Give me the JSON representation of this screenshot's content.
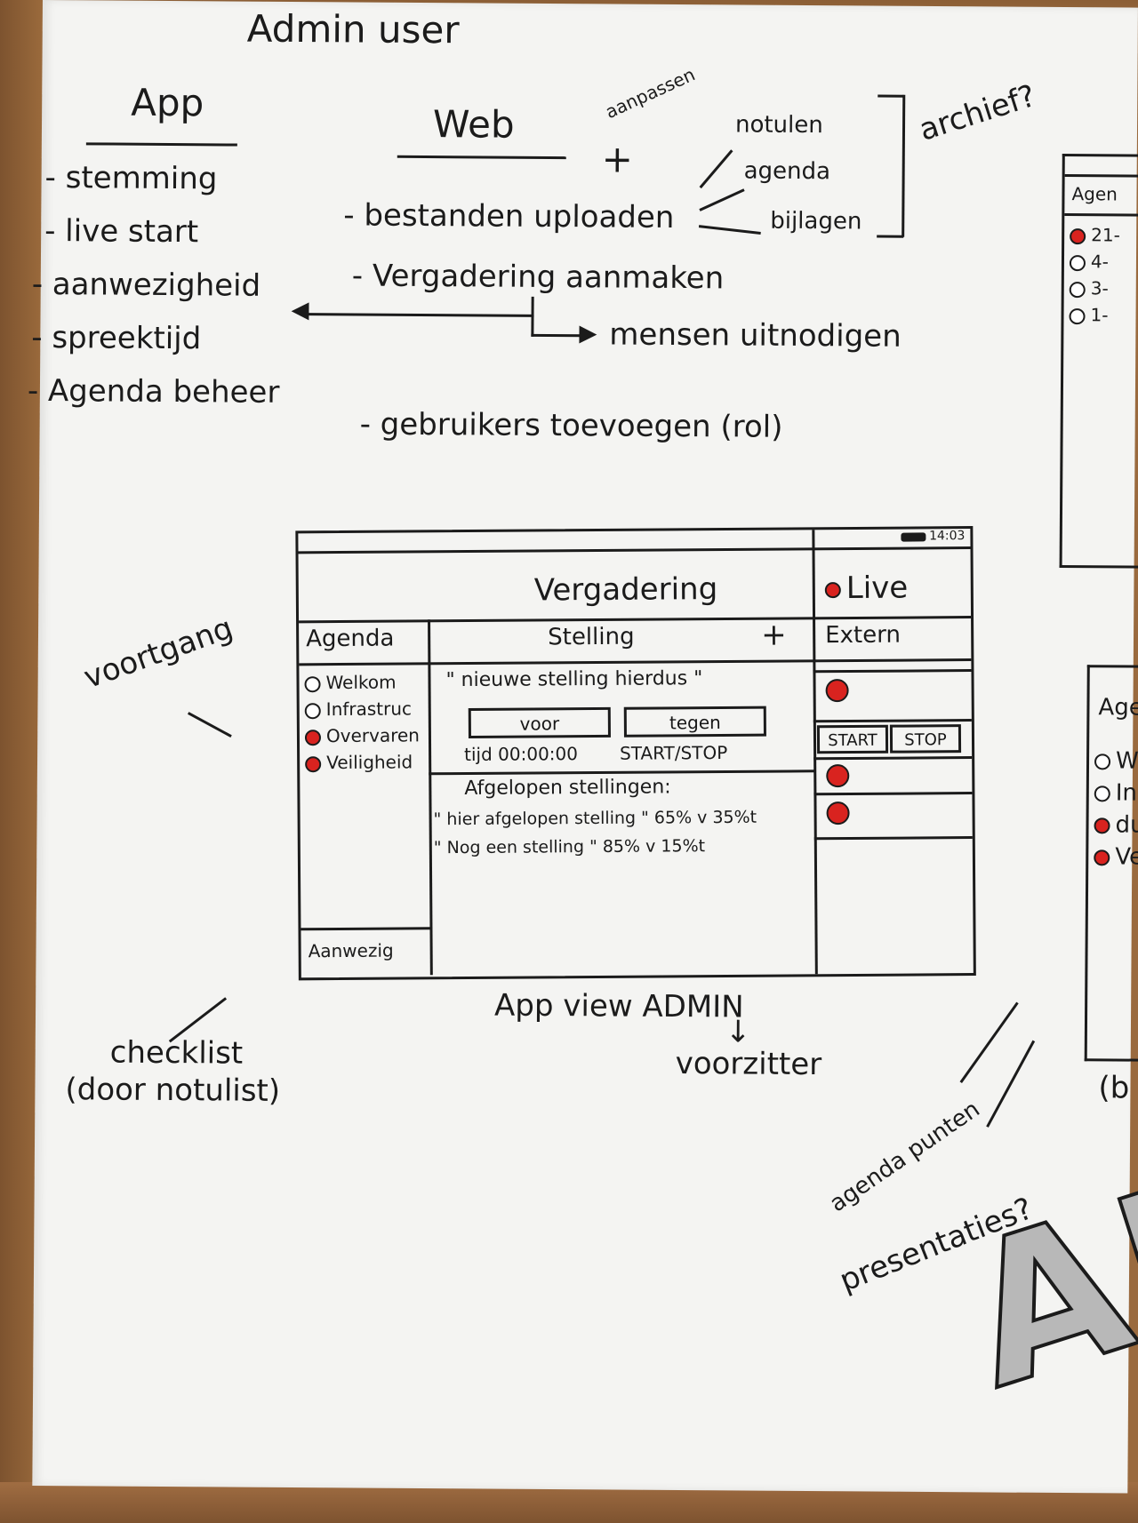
{
  "page_title": "Admin user",
  "app": {
    "heading": "App",
    "items": [
      "- stemming",
      "- live start",
      "- aanwezigheid",
      "- spreektijd",
      "- Agenda beheer"
    ]
  },
  "web": {
    "heading": "Web",
    "aanpassen": "aanpassen",
    "plus": "+",
    "items": [
      "- bestanden uploaden",
      "- Vergadering aanmaken",
      "- gebruikers toevoegen (rol)"
    ],
    "uploads": [
      "notulen",
      "agenda",
      "bijlagen"
    ],
    "archief": "archief?",
    "invite": "mensen uitnodigen"
  },
  "wireframe": {
    "status_time": "14:03",
    "title": "Vergadering",
    "live_label": "Live",
    "agenda_header": "Agenda",
    "agenda_items": [
      "Welkom",
      "Infrastruc",
      "Overvaren",
      "Veiligheid"
    ],
    "stelling_header": "Stelling",
    "add": "+",
    "extern_header": "Extern",
    "current_stelling": "\" nieuwe stelling hierdus \"",
    "voor_label": "voor",
    "tegen_label": "tegen",
    "timer": "tijd 00:00:00",
    "start_stop_label": "START/STOP",
    "start_label": "START",
    "stop_label": "STOP",
    "past_header": "Afgelopen stellingen:",
    "past_items": [
      "\" hier afgelopen stelling \" 65% v 35%t",
      "\" Nog een stelling \" 85% v 15%t"
    ],
    "aanwezig": "Aanwezig"
  },
  "annotations": {
    "voortgang": "voortgang",
    "checklist": "checklist",
    "checklist_sub": "(door notulist)",
    "app_view": "App view ADMIN",
    "arrow": "↓",
    "voorzitter": "voorzitter",
    "agenda_punten": "agenda punten",
    "presentaties": "presentaties?"
  },
  "right_partial": {
    "top_header": "Agen",
    "top_items": [
      "21-",
      "4-",
      "3-",
      "1-"
    ],
    "bottom_header": "Agen",
    "bottom_items": [
      "W",
      "In",
      "du",
      "Ve"
    ],
    "caption": "(b"
  },
  "big_letters": "ADI"
}
